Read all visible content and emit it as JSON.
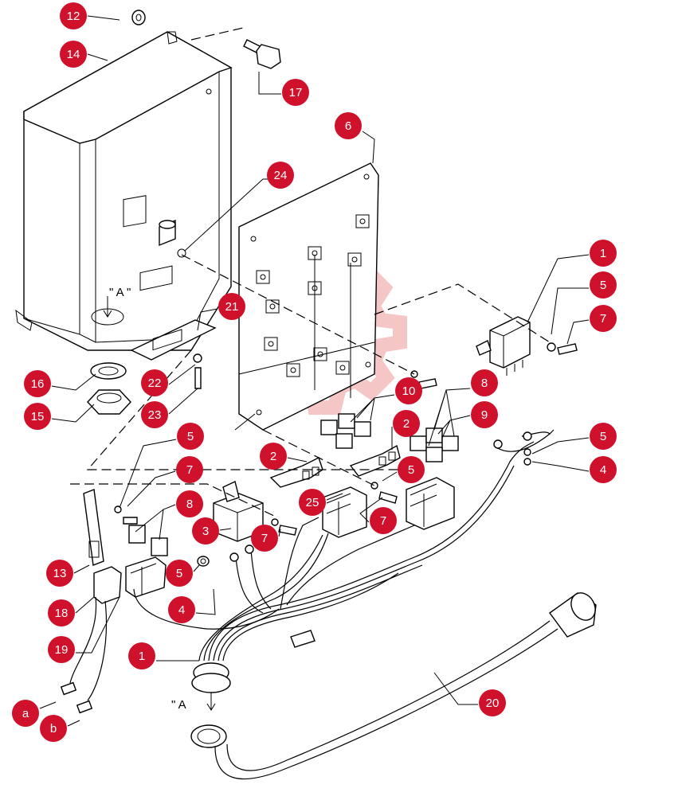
{
  "diagram": {
    "callouts": [
      {
        "label": "12"
      },
      {
        "label": "14"
      },
      {
        "label": "17"
      },
      {
        "label": "6"
      },
      {
        "label": "24"
      },
      {
        "label": "1"
      },
      {
        "label": "5"
      },
      {
        "label": "7"
      },
      {
        "label": "21"
      },
      {
        "label": "16"
      },
      {
        "label": "22"
      },
      {
        "label": "15"
      },
      {
        "label": "23"
      },
      {
        "label": "10"
      },
      {
        "label": "8"
      },
      {
        "label": "2"
      },
      {
        "label": "9"
      },
      {
        "label": "5"
      },
      {
        "label": "5"
      },
      {
        "label": "4"
      },
      {
        "label": "7"
      },
      {
        "label": "2"
      },
      {
        "label": "5"
      },
      {
        "label": "25"
      },
      {
        "label": "7"
      },
      {
        "label": "8"
      },
      {
        "label": "3"
      },
      {
        "label": "7"
      },
      {
        "label": "13"
      },
      {
        "label": "5"
      },
      {
        "label": "4"
      },
      {
        "label": "18"
      },
      {
        "label": "19"
      },
      {
        "label": "1"
      },
      {
        "label": "20"
      },
      {
        "label": "a"
      },
      {
        "label": "b"
      }
    ],
    "view_marks": [
      {
        "text": "\" A \""
      },
      {
        "text": "\" A"
      }
    ],
    "callout_color": "#d0112b",
    "watermark_color": "#f4c0c0"
  }
}
